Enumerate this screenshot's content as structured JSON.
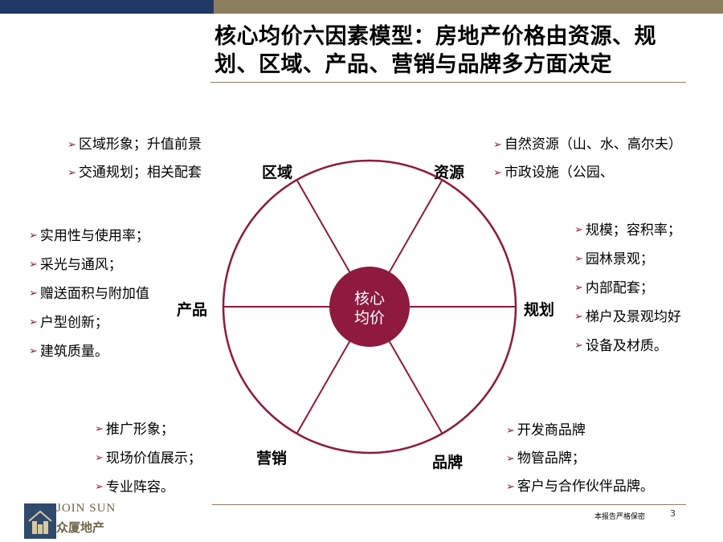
{
  "title": "核心均价六因素模型：房地产价格由资源、规划、区域、产品、营销与品牌多方面决定",
  "center": {
    "line1": "核心",
    "line2": "均价"
  },
  "factors": {
    "quyu": {
      "label": "区域",
      "items": [
        "区域形象；升值前景",
        "交通规划；相关配套"
      ]
    },
    "ziyuan": {
      "label": "资源",
      "items": [
        "自然资源（山、水、高尔夫）",
        "市政设施（公园、"
      ]
    },
    "guihua": {
      "label": "规划",
      "items": [
        "规模；容积率；",
        "园林景观；",
        "内部配套；",
        "梯户及景观均好",
        "设备及材质。"
      ]
    },
    "pinpai": {
      "label": "品牌",
      "items": [
        "开发商品牌",
        "物管品牌；",
        "客户与合作伙伴品牌。"
      ]
    },
    "yingxiao": {
      "label": "营销",
      "items": [
        "推广形象；",
        "现场价值展示；",
        "专业阵容。"
      ]
    },
    "chanpin": {
      "label": "产品",
      "items": [
        "实用性与使用率；",
        "采光与通风；",
        "赠送面积与附加值",
        "户型创新；",
        "建筑质量。"
      ]
    }
  },
  "footer": {
    "confidential": "本报告严格保密",
    "page": "3"
  },
  "logo": {
    "en": "JOIN SUN",
    "cn": "众厦地产"
  },
  "colors": {
    "accent": "#8e1a3e",
    "navy": "#1f3864",
    "khaki": "#8b7e5f"
  },
  "icons": {
    "bullet": "arrow-right-icon"
  }
}
